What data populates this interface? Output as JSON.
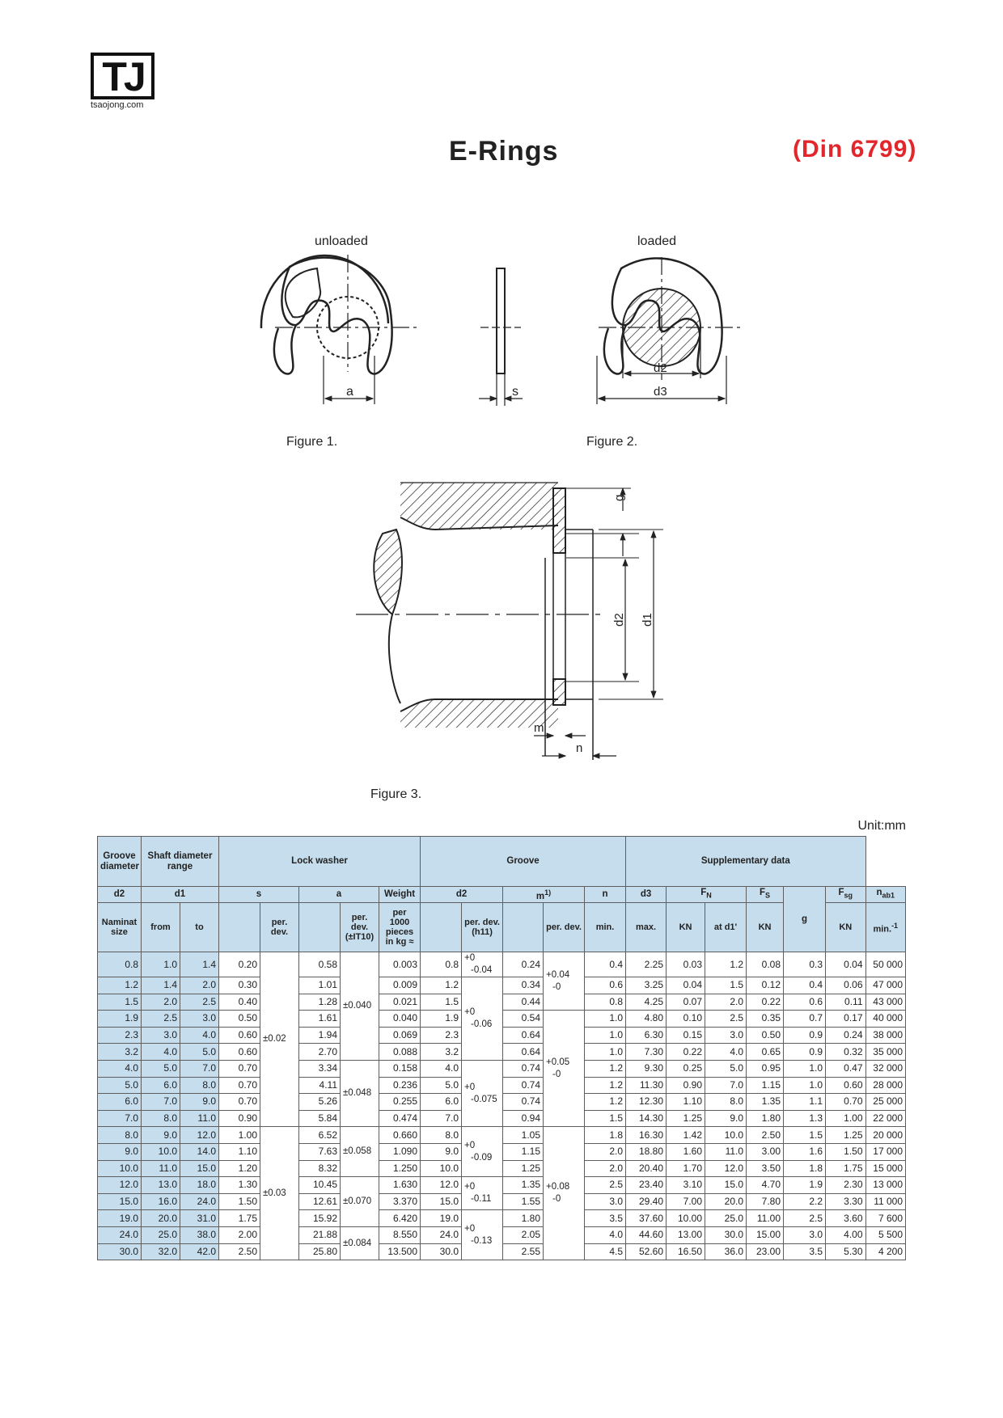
{
  "logo": {
    "letters": "TJ",
    "caption": "tsaojong.com"
  },
  "title": "E-Rings",
  "standard": "(Din 6799)",
  "figures": {
    "unloaded": "unloaded",
    "loaded": "loaded",
    "fig1": "Figure 1.",
    "fig2": "Figure 2.",
    "fig3": "Figure 3.",
    "dim_a": "a",
    "dim_s": "s",
    "dim_d2": "d2",
    "dim_d3": "d3",
    "dim_g": "g",
    "dim_d1": "d1",
    "dim_m": "m",
    "dim_n": "n"
  },
  "unit": "Unit:mm",
  "table": {
    "group_headers": {
      "groove_diameter": "Groove diameter",
      "shaft_range": "Shaft diameter range",
      "lock_washer": "Lock washer",
      "groove": "Groove",
      "supplementary": "Supplementary data"
    },
    "sym": {
      "d2": "d2",
      "d1": "d1",
      "s": "s",
      "a": "a",
      "weight": "Weight",
      "gd2": "d2",
      "m": "m",
      "m_sup": "1)",
      "n": "n",
      "d3": "d3",
      "fn": "F",
      "fn_sub": "N",
      "fs": "F",
      "fs_sub": "S",
      "g": "g",
      "fsg": "F",
      "fsg_sub": "sg",
      "nab": "n",
      "nab_sub": "ab1"
    },
    "sub": {
      "nominal": "Naminat size",
      "from": "from",
      "to": "to",
      "perdev": "per. dev.",
      "perdev_it": "per. dev. (±IT10)",
      "weight_desc": "per 1000 pieces in kg ≈",
      "perdev_h11": "per. dev. (h11)",
      "min": "min.",
      "max": "max.",
      "kn": "KN",
      "at_d1": "at d1'",
      "kn2": "KN",
      "kn3": "KN",
      "min_inv": "min.",
      "min_inv_sup": "-1"
    },
    "tolerances": {
      "s_a": "±0.02",
      "s_b": "±0.03",
      "a_1": "±0.040",
      "a_2": "±0.048",
      "a_3": "±0.058",
      "a_4": "±0.070",
      "a_5": "±0.084",
      "d2_1a": "+0",
      "d2_1b": "-0.04",
      "d2_2a": "+0",
      "d2_2b": "-0.06",
      "d2_3a": "+0",
      "d2_3b": "-0.075",
      "d2_4a": "+0",
      "d2_4b": "-0.09",
      "d2_5a": "+0",
      "d2_5b": "-0.11",
      "d2_6a": "+0",
      "d2_6b": "-0.13",
      "m_1a": "+0.04",
      "m_1b": "-0",
      "m_2a": "+0.05",
      "m_2b": "-0",
      "m_3a": "+0.08",
      "m_3b": "-0"
    },
    "rows": [
      [
        "0.8",
        "1.0",
        "1.4",
        "0.20",
        "0.58",
        "0.003",
        "0.8",
        "0.24",
        "0.4",
        "2.25",
        "0.03",
        "1.2",
        "0.08",
        "0.3",
        "0.04",
        "50 000"
      ],
      [
        "1.2",
        "1.4",
        "2.0",
        "0.30",
        "1.01",
        "0.009",
        "1.2",
        "0.34",
        "0.6",
        "3.25",
        "0.04",
        "1.5",
        "0.12",
        "0.4",
        "0.06",
        "47 000"
      ],
      [
        "1.5",
        "2.0",
        "2.5",
        "0.40",
        "1.28",
        "0.021",
        "1.5",
        "0.44",
        "0.8",
        "4.25",
        "0.07",
        "2.0",
        "0.22",
        "0.6",
        "0.11",
        "43 000"
      ],
      [
        "1.9",
        "2.5",
        "3.0",
        "0.50",
        "1.61",
        "0.040",
        "1.9",
        "0.54",
        "1.0",
        "4.80",
        "0.10",
        "2.5",
        "0.35",
        "0.7",
        "0.17",
        "40 000"
      ],
      [
        "2.3",
        "3.0",
        "4.0",
        "0.60",
        "1.94",
        "0.069",
        "2.3",
        "0.64",
        "1.0",
        "6.30",
        "0.15",
        "3.0",
        "0.50",
        "0.9",
        "0.24",
        "38 000"
      ],
      [
        "3.2",
        "4.0",
        "5.0",
        "0.60",
        "2.70",
        "0.088",
        "3.2",
        "0.64",
        "1.0",
        "7.30",
        "0.22",
        "4.0",
        "0.65",
        "0.9",
        "0.32",
        "35 000"
      ],
      [
        "4.0",
        "5.0",
        "7.0",
        "0.70",
        "3.34",
        "0.158",
        "4.0",
        "0.74",
        "1.2",
        "9.30",
        "0.25",
        "5.0",
        "0.95",
        "1.0",
        "0.47",
        "32 000"
      ],
      [
        "5.0",
        "6.0",
        "8.0",
        "0.70",
        "4.11",
        "0.236",
        "5.0",
        "0.74",
        "1.2",
        "11.30",
        "0.90",
        "7.0",
        "1.15",
        "1.0",
        "0.60",
        "28 000"
      ],
      [
        "6.0",
        "7.0",
        "9.0",
        "0.70",
        "5.26",
        "0.255",
        "6.0",
        "0.74",
        "1.2",
        "12.30",
        "1.10",
        "8.0",
        "1.35",
        "1.1",
        "0.70",
        "25 000"
      ],
      [
        "7.0",
        "8.0",
        "11.0",
        "0.90",
        "5.84",
        "0.474",
        "7.0",
        "0.94",
        "1.5",
        "14.30",
        "1.25",
        "9.0",
        "1.80",
        "1.3",
        "1.00",
        "22 000"
      ],
      [
        "8.0",
        "9.0",
        "12.0",
        "1.00",
        "6.52",
        "0.660",
        "8.0",
        "1.05",
        "1.8",
        "16.30",
        "1.42",
        "10.0",
        "2.50",
        "1.5",
        "1.25",
        "20 000"
      ],
      [
        "9.0",
        "10.0",
        "14.0",
        "1.10",
        "7.63",
        "1.090",
        "9.0",
        "1.15",
        "2.0",
        "18.80",
        "1.60",
        "11.0",
        "3.00",
        "1.6",
        "1.50",
        "17 000"
      ],
      [
        "10.0",
        "11.0",
        "15.0",
        "1.20",
        "8.32",
        "1.250",
        "10.0",
        "1.25",
        "2.0",
        "20.40",
        "1.70",
        "12.0",
        "3.50",
        "1.8",
        "1.75",
        "15 000"
      ],
      [
        "12.0",
        "13.0",
        "18.0",
        "1.30",
        "10.45",
        "1.630",
        "12.0",
        "1.35",
        "2.5",
        "23.40",
        "3.10",
        "15.0",
        "4.70",
        "1.9",
        "2.30",
        "13 000"
      ],
      [
        "15.0",
        "16.0",
        "24.0",
        "1.50",
        "12.61",
        "3.370",
        "15.0",
        "1.55",
        "3.0",
        "29.40",
        "7.00",
        "20.0",
        "7.80",
        "2.2",
        "3.30",
        "11 000"
      ],
      [
        "19.0",
        "20.0",
        "31.0",
        "1.75",
        "15.92",
        "6.420",
        "19.0",
        "1.80",
        "3.5",
        "37.60",
        "10.00",
        "25.0",
        "11.00",
        "2.5",
        "3.60",
        "7 600"
      ],
      [
        "24.0",
        "25.0",
        "38.0",
        "2.00",
        "21.88",
        "8.550",
        "24.0",
        "2.05",
        "4.0",
        "44.60",
        "13.00",
        "30.0",
        "15.00",
        "3.0",
        "4.00",
        "5 500"
      ],
      [
        "30.0",
        "32.0",
        "42.0",
        "2.50",
        "25.80",
        "13.500",
        "30.0",
        "2.55",
        "4.5",
        "52.60",
        "16.50",
        "36.0",
        "23.00",
        "3.5",
        "5.30",
        "4 200"
      ]
    ]
  }
}
